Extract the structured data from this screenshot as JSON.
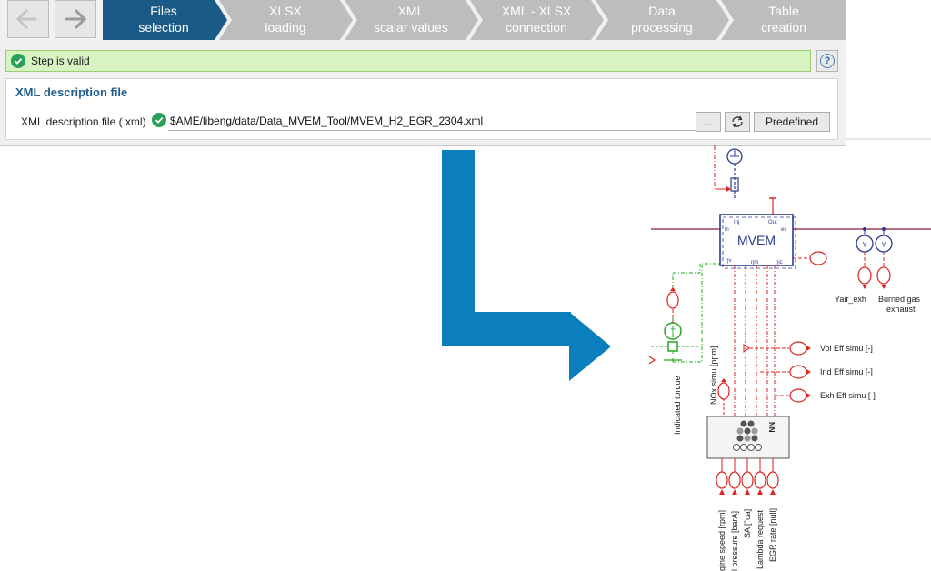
{
  "wizard": {
    "steps": [
      {
        "line1": "Files",
        "line2": "selection",
        "active": true
      },
      {
        "line1": "XLSX",
        "line2": "loading",
        "active": false
      },
      {
        "line1": "XML",
        "line2": "scalar values",
        "active": false
      },
      {
        "line1": "XML - XLSX",
        "line2": "connection",
        "active": false
      },
      {
        "line1": "Data",
        "line2": "processing",
        "active": false
      },
      {
        "line1": "Table",
        "line2": "creation",
        "active": false
      }
    ],
    "status_text": "Step is valid",
    "group_title": "XML description file",
    "field_label": "XML description file (.xml)",
    "field_value": "$AME/libeng/data/Data_MVEM_Tool/MVEM_H2_EGR_2304.xml",
    "browse_label": "...",
    "predefined_label": "Predefined",
    "help_label": "?",
    "colors": {
      "active_step": "#1a5a87",
      "inactive_step": "#bdbdbd",
      "valid_bg": "#d9f2c2",
      "arrow": "#0b7fbd"
    }
  },
  "diagram": {
    "block_name": "MVEM",
    "port_in": "in",
    "port_inj": "Inj",
    "port_out": "Out",
    "port_ex": "ex",
    "port_eta_v": "ηv",
    "port_eta_m": "ηm",
    "port_eta_ic": "ηic",
    "nn_label": "NN",
    "torque_label": "T",
    "sensor_label": "Y",
    "outputs": {
      "yair": "Yair_exh",
      "burned1": "Burned gas",
      "burned2": "exhaust",
      "vol_eff": "Vol Eff simu [-]",
      "ind_eff": "Ind Eff simu [-]",
      "exh_eff": "Exh Eff simu [-]",
      "nox": "NOx simu [ppm]",
      "indicated_torque": "Indicated torque"
    },
    "inputs": [
      "Engine speed [rpm]",
      "Intake pressure [barA]",
      "SA [°ca]",
      "Lambda request",
      "EGR rate [null]"
    ],
    "inputs_visible": [
      "gine speed [rpm]",
      "l pressure [barA]",
      "SA [°ca]",
      "Lambda request",
      "EGR rate [null]"
    ]
  }
}
